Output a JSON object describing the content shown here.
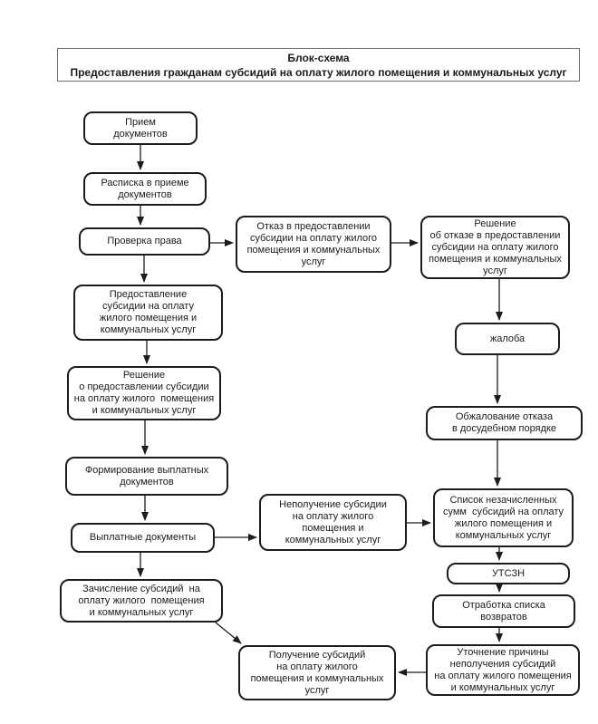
{
  "title": {
    "line1": "Блок-схема",
    "line2": "Предоставления гражданам субсидий на оплату жилого помещения и коммунальных услуг"
  },
  "nodes": {
    "priem": {
      "label": "Прием\nдокументов"
    },
    "raspiska": {
      "label": "Расписка в приеме\nдокументов"
    },
    "proverka": {
      "label": "Проверка права"
    },
    "otkaz": {
      "label": "Отказ в предоставлении\nсубсидии на оплату жилого\nпомещения и коммунальных\nуслуг"
    },
    "reshenie_otkaz": {
      "label": "Решение\nоб отказе в предоставлении\nсубсидии на оплату жилого\nпомещения и коммунальных\nуслуг"
    },
    "predostavlenie": {
      "label": "Предоставление\nсубсидии на оплату\nжилого помещения и\nкоммунальных услуг"
    },
    "zhaloba": {
      "label": "жалоба"
    },
    "reshenie_predost": {
      "label": "Решение\nо предоставлении субсидии\nна оплату жилого  помещения\nи коммунальных услуг"
    },
    "obzhalovanie": {
      "label": "Обжалование отказа\nв досудебном порядке"
    },
    "formirovanie": {
      "label": "Формирование выплатных\nдокументов"
    },
    "vyplatnye": {
      "label": "Выплатные документы"
    },
    "nepoluchenie": {
      "label": "Неполучение субсидии\nна оплату жилого\nпомещения и\nкоммунальных услуг"
    },
    "spisok": {
      "label": "Список незачисленных\nсумм  субсидий на оплату\nжилого помещения и\nкоммунальных услуг"
    },
    "utszn": {
      "label": "УТСЗН"
    },
    "otrabotka": {
      "label": "Отработка списка\nвозвратов"
    },
    "utochnenie": {
      "label": "Уточнение причины\nнеполучения субсидий\nна оплату жилого помещения\nи коммунальных услуг"
    },
    "zachislenie": {
      "label": "Зачисление субсидий  на\nоплату жилого  помещения\nи коммунальных услуг"
    },
    "poluchenie": {
      "label": "Получение субсидий\nна оплату жилого\nпомещения и коммунальных\nуслуг"
    }
  },
  "edges": [
    {
      "from": "priem",
      "to": "raspiska"
    },
    {
      "from": "raspiska",
      "to": "proverka"
    },
    {
      "from": "proverka",
      "to": "predostavlenie"
    },
    {
      "from": "proverka",
      "to": "otkaz"
    },
    {
      "from": "otkaz",
      "to": "reshenie_otkaz"
    },
    {
      "from": "reshenie_otkaz",
      "to": "zhaloba"
    },
    {
      "from": "zhaloba",
      "to": "obzhalovanie"
    },
    {
      "from": "obzhalovanie",
      "to": "spisok"
    },
    {
      "from": "predostavlenie",
      "to": "reshenie_predost"
    },
    {
      "from": "reshenie_predost",
      "to": "formirovanie"
    },
    {
      "from": "formirovanie",
      "to": "vyplatnye"
    },
    {
      "from": "vyplatnye",
      "to": "zachislenie"
    },
    {
      "from": "vyplatnye",
      "to": "nepoluchenie"
    },
    {
      "from": "nepoluchenie",
      "to": "spisok"
    },
    {
      "from": "spisok",
      "to": "utszn"
    },
    {
      "from": "utszn",
      "to": "otrabotka"
    },
    {
      "from": "otrabotka",
      "to": "utochnenie"
    },
    {
      "from": "utochnenie",
      "to": "poluchenie"
    },
    {
      "from": "zachislenie",
      "to": "poluchenie"
    }
  ],
  "colors": {
    "background": "#ffffff",
    "box_border": "#1c1c1c",
    "line": "#1c1c1c",
    "text": "#1c1c1c"
  }
}
